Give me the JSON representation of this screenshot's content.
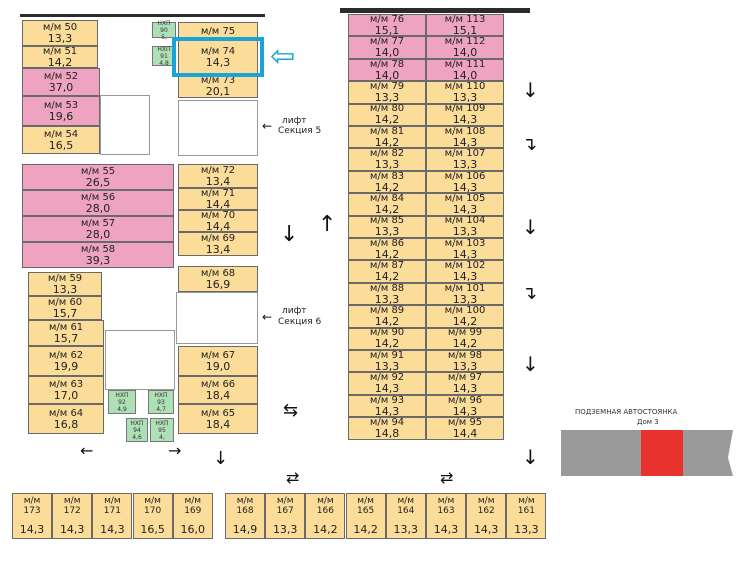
{
  "left_block_top": [
    {
      "label": "м/м 50",
      "value": "13,3",
      "color": "y"
    },
    {
      "label": "м/м 51",
      "value": "14,2",
      "color": "y"
    },
    {
      "label": "м/м 52",
      "value": "37,0",
      "color": "p"
    },
    {
      "label": "м/м 53",
      "value": "19,6",
      "color": "p"
    },
    {
      "label": "м/м 54",
      "value": "16,5",
      "color": "y"
    }
  ],
  "left_block_mid": [
    {
      "label": "м/м 55",
      "value": "26,5",
      "color": "p"
    },
    {
      "label": "м/м 56",
      "value": "28,0",
      "color": "p"
    },
    {
      "label": "м/м 57",
      "value": "28,0",
      "color": "p"
    },
    {
      "label": "м/м 58",
      "value": "39,3",
      "color": "p"
    }
  ],
  "left_block_bot": [
    {
      "label": "м/м 59",
      "value": "13,3"
    },
    {
      "label": "м/м 60",
      "value": "15,7"
    },
    {
      "label": "м/м 61",
      "value": "15,7"
    },
    {
      "label": "м/м 62",
      "value": "19,9"
    },
    {
      "label": "м/м 63",
      "value": "17,0"
    },
    {
      "label": "м/м 64",
      "value": "16,8"
    }
  ],
  "center_top": [
    {
      "label": "м/м 75",
      "value": ""
    },
    {
      "label": "м/м 74",
      "value": "14,3"
    },
    {
      "label": "м/м 73",
      "value": "20,1"
    }
  ],
  "center_mid": [
    {
      "label": "м/м 72",
      "value": "13,4"
    },
    {
      "label": "м/м 71",
      "value": "14,4"
    },
    {
      "label": "м/м 70",
      "value": "14,4"
    },
    {
      "label": "м/м 69",
      "value": "13,4"
    },
    {
      "label": "м/м 68",
      "value": "16,9"
    }
  ],
  "center_bot": [
    {
      "label": "м/м 67",
      "value": "19,0"
    },
    {
      "label": "м/м 66",
      "value": "18,4"
    },
    {
      "label": "м/м 65",
      "value": "18,4"
    }
  ],
  "right_left_col": [
    {
      "label": "м/м 76",
      "value": "15,1",
      "color": "p"
    },
    {
      "label": "м/м 77",
      "value": "14,0",
      "color": "p"
    },
    {
      "label": "м/м 78",
      "value": "14,0",
      "color": "p"
    },
    {
      "label": "м/м 79",
      "value": "13,3",
      "color": "y"
    },
    {
      "label": "м/м 80",
      "value": "14,2",
      "color": "y"
    },
    {
      "label": "м/м 81",
      "value": "14,2",
      "color": "y"
    },
    {
      "label": "м/м 82",
      "value": "13,3",
      "color": "y"
    },
    {
      "label": "м/м 83",
      "value": "14,2",
      "color": "y"
    },
    {
      "label": "м/м 84",
      "value": "14,2",
      "color": "y"
    },
    {
      "label": "м/м 85",
      "value": "13,3",
      "color": "y"
    },
    {
      "label": "м/м 86",
      "value": "14,2",
      "color": "y"
    },
    {
      "label": "м/м 87",
      "value": "14,2",
      "color": "y"
    },
    {
      "label": "м/м 88",
      "value": "13,3",
      "color": "y"
    },
    {
      "label": "м/м 89",
      "value": "14,2",
      "color": "y"
    },
    {
      "label": "м/м 90",
      "value": "14,2",
      "color": "y"
    },
    {
      "label": "м/м 91",
      "value": "13,3",
      "color": "y"
    },
    {
      "label": "м/м 92",
      "value": "14,3",
      "color": "y"
    },
    {
      "label": "м/м 93",
      "value": "14,3",
      "color": "y"
    },
    {
      "label": "м/м 94",
      "value": "14,8",
      "color": "y"
    }
  ],
  "right_right_col": [
    {
      "label": "м/м 113",
      "value": "15,1",
      "color": "p"
    },
    {
      "label": "м/м 112",
      "value": "14,0",
      "color": "p"
    },
    {
      "label": "м/м 111",
      "value": "14,0",
      "color": "p"
    },
    {
      "label": "м/м 110",
      "value": "13,3",
      "color": "y"
    },
    {
      "label": "м/м 109",
      "value": "14,3",
      "color": "y"
    },
    {
      "label": "м/м 108",
      "value": "14,3",
      "color": "y"
    },
    {
      "label": "м/м 107",
      "value": "13,3",
      "color": "y"
    },
    {
      "label": "м/м 106",
      "value": "14,3",
      "color": "y"
    },
    {
      "label": "м/м 105",
      "value": "14,3",
      "color": "y"
    },
    {
      "label": "м/м 104",
      "value": "13,3",
      "color": "y"
    },
    {
      "label": "м/м 103",
      "value": "14,3",
      "color": "y"
    },
    {
      "label": "м/м 102",
      "value": "14,3",
      "color": "y"
    },
    {
      "label": "м/м 101",
      "value": "13,3",
      "color": "y"
    },
    {
      "label": "м/м 100",
      "value": "14,2",
      "color": "y"
    },
    {
      "label": "м/м 99",
      "value": "14,2",
      "color": "y"
    },
    {
      "label": "м/м 98",
      "value": "13,3",
      "color": "y"
    },
    {
      "label": "м/м 97",
      "value": "14,3",
      "color": "y"
    },
    {
      "label": "м/м 96",
      "value": "14,3",
      "color": "y"
    },
    {
      "label": "м/м 95",
      "value": "14,4",
      "color": "y"
    }
  ],
  "bottom_row": [
    {
      "label": "м/м",
      "num": "173",
      "value": "14,3"
    },
    {
      "label": "м/м",
      "num": "172",
      "value": "14,3"
    },
    {
      "label": "м/м",
      "num": "171",
      "value": "14,3"
    },
    {
      "label": "м/м",
      "num": "170",
      "value": "16,5"
    },
    {
      "label": "м/м",
      "num": "169",
      "value": "16,0"
    },
    {
      "label": "м/м",
      "num": "168",
      "value": "14,9"
    },
    {
      "label": "м/м",
      "num": "167",
      "value": "13,3"
    },
    {
      "label": "м/м",
      "num": "166",
      "value": "14,2"
    },
    {
      "label": "м/м",
      "num": "165",
      "value": "14,2"
    },
    {
      "label": "м/м",
      "num": "164",
      "value": "13,3"
    },
    {
      "label": "м/м",
      "num": "163",
      "value": "14,3"
    },
    {
      "label": "м/м",
      "num": "162",
      "value": "14,3"
    },
    {
      "label": "м/м",
      "num": "161",
      "value": "13,3"
    }
  ],
  "utility_rooms": [
    {
      "label": "НХП",
      "num": "90",
      "value": "5,"
    },
    {
      "label": "НХП",
      "num": "91",
      "value": "4,8"
    },
    {
      "label": "НХП",
      "num": "92",
      "value": "4,9"
    },
    {
      "label": "НХП",
      "num": "93",
      "value": "4,7"
    },
    {
      "label": "НХП",
      "num": "94",
      "value": "4,6"
    },
    {
      "label": "НХП",
      "num": "95",
      "value": "4,"
    }
  ],
  "labels": {
    "lift": "лифт",
    "section5": "Секция 5",
    "section6": "Секция 6"
  },
  "legend": {
    "title": "ПОДЗЕМНАЯ АВТОСТОЯНКА",
    "subtitle": "Дом 3"
  },
  "colors": {
    "yellow": "#fbdc99",
    "pink": "#eea3c0",
    "green": "#aee0b6",
    "highlight": "#1aa3d8",
    "legend_red": "#e8322d",
    "legend_gray": "#9a9a9a"
  }
}
